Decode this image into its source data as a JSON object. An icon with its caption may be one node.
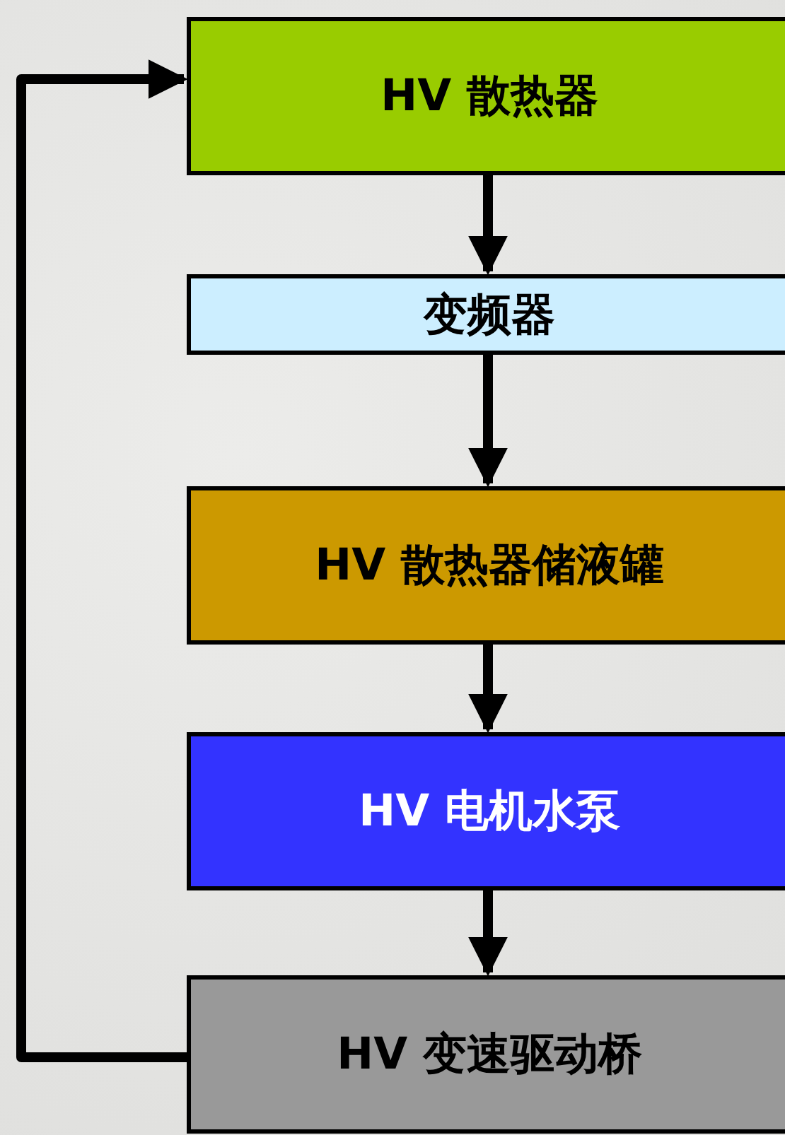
{
  "diagram": {
    "nodes": [
      {
        "text": [
          "HV 散热器"
        ]
      },
      {
        "text": [
          "变频器"
        ]
      },
      {
        "text": [
          "HV 散热器储液罐"
        ]
      },
      {
        "text": [
          "HV 电机水泵"
        ]
      },
      {
        "text": [
          "HV 变速驱动桥"
        ]
      }
    ],
    "edges": [
      {
        "from": 0,
        "to": 1,
        "arrow": "to"
      },
      {
        "from": 1,
        "to": 2,
        "arrow": "to"
      },
      {
        "from": 2,
        "to": 3,
        "arrow": "to"
      },
      {
        "from": 3,
        "to": 4,
        "arrow": "to"
      },
      {
        "from": 4,
        "to": 0,
        "arrow": "to"
      }
    ]
  }
}
